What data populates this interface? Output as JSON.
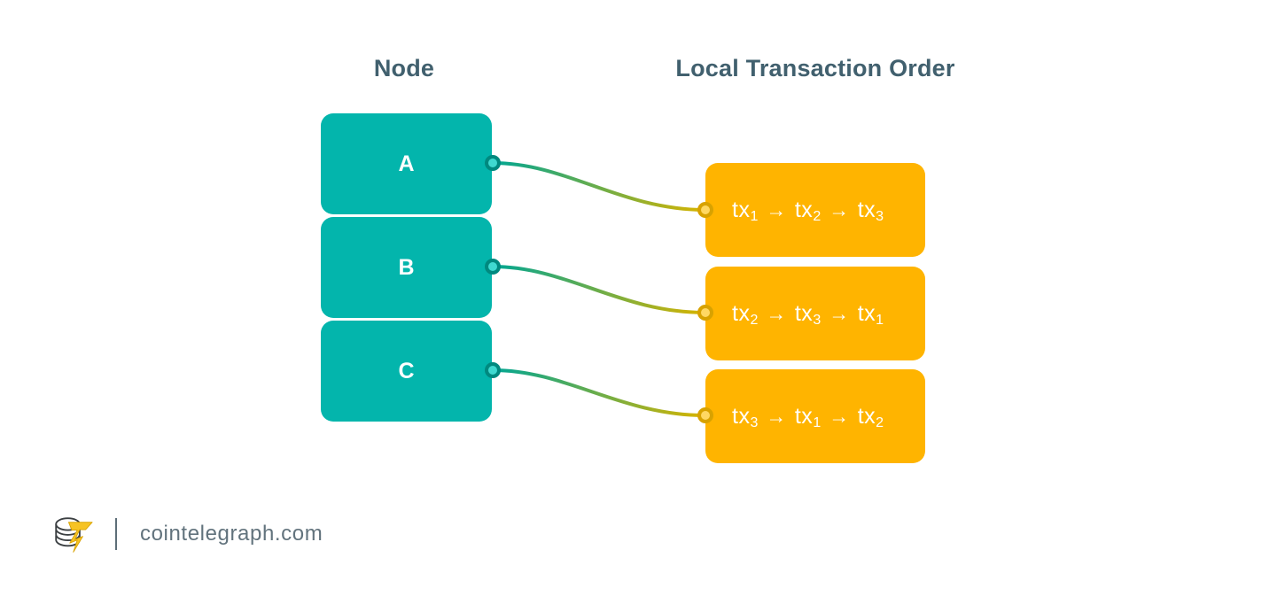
{
  "headings": {
    "node": "Node",
    "order": "Local Transaction Order"
  },
  "nodes": [
    {
      "label": "A",
      "name": "node-a"
    },
    {
      "label": "B",
      "name": "node-b"
    },
    {
      "label": "C",
      "name": "node-c"
    }
  ],
  "orders": [
    {
      "sequence": "tx1 → tx2 → tx3",
      "items": [
        {
          "base": "tx",
          "sub": "1"
        },
        {
          "base": "tx",
          "sub": "2"
        },
        {
          "base": "tx",
          "sub": "3"
        }
      ]
    },
    {
      "sequence": "tx2 → tx3 → tx1",
      "items": [
        {
          "base": "tx",
          "sub": "2"
        },
        {
          "base": "tx",
          "sub": "3"
        },
        {
          "base": "tx",
          "sub": "1"
        }
      ]
    },
    {
      "sequence": "tx3 → tx1 → tx2",
      "items": [
        {
          "base": "tx",
          "sub": "3"
        },
        {
          "base": "tx",
          "sub": "1"
        },
        {
          "base": "tx",
          "sub": "2"
        }
      ]
    }
  ],
  "arrow_glyph": "→",
  "footer": {
    "site": "cointelegraph.com",
    "logo_icon": "cointelegraph-coins-lightning-logo"
  },
  "colors": {
    "node_fill": "#03b5ac",
    "order_fill": "#ffb400",
    "heading_text": "#41606e",
    "box_text": "#ffffff",
    "link_start": "#00a693",
    "link_end": "#d8b400",
    "dot_teal_center": "#3fd9d0",
    "dot_teal_ring": "#00897f",
    "dot_gold_center": "#ffd863",
    "dot_gold_ring": "#d8a200",
    "footer_text": "#62737d",
    "background": "#ffffff"
  }
}
